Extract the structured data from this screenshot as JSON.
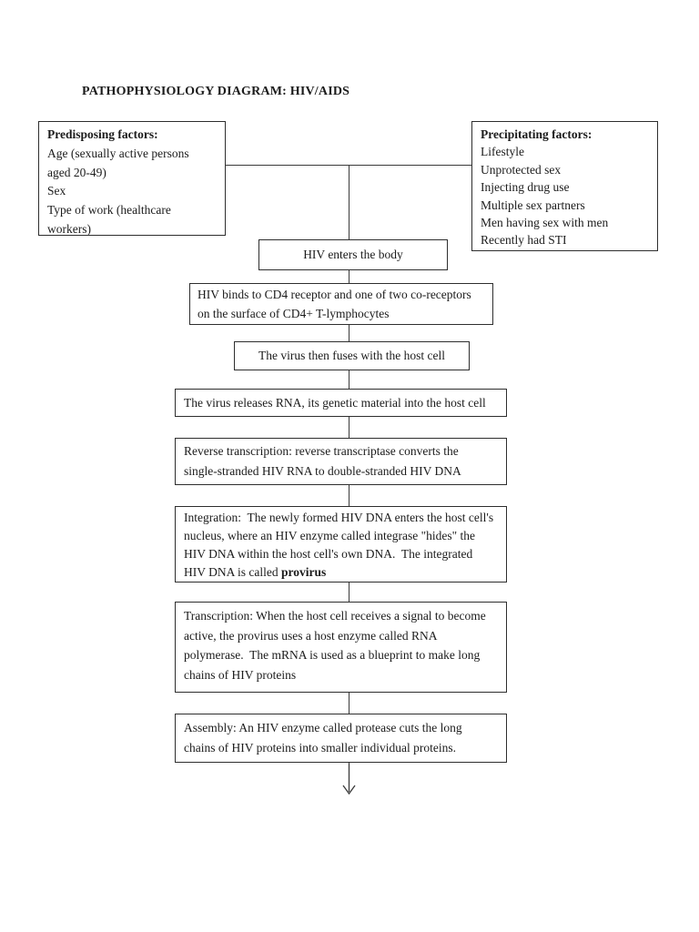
{
  "page": {
    "title": "PATHOPHYSIOLOGY DIAGRAM: HIV/AIDS"
  },
  "predisposing_box": {
    "heading": "Predisposing factors:",
    "lines": [
      "Age (sexually active persons",
      "aged 20-49)",
      "Sex",
      "Type of work (healthcare",
      "workers)"
    ]
  },
  "precipitating_box": {
    "heading": "Precipitating factors:",
    "lines": [
      "Lifestyle",
      "Unprotected sex",
      "Injecting drug use",
      "Multiple sex partners",
      "Men having sex with men",
      "Recently had STI"
    ]
  },
  "flow": {
    "box1": {
      "text": "HIV enters the body"
    },
    "box2": {
      "lines": [
        "HIV binds to CD4 receptor and one of two co-receptors",
        "on the surface of CD4+ T-lymphocytes"
      ]
    },
    "box3": {
      "text": "The virus then fuses with the host cell"
    },
    "box4": {
      "text": "The virus releases RNA, its genetic material into the host cell"
    },
    "box5": {
      "lines": [
        "Reverse transcription: reverse transcriptase converts the",
        "single-stranded HIV RNA to double-stranded HIV DNA"
      ]
    },
    "box6": {
      "lines": [
        "Integration:  The newly formed HIV DNA enters the host cell's",
        "nucleus, where an HIV enzyme called integrase \"hides\" the",
        "HIV DNA within the host cell's own DNA.  The integrated"
      ],
      "last_line_prefix": "HIV DNA is called ",
      "last_line_bold": "provirus"
    },
    "box7": {
      "lines": [
        "Transcription: When the host cell receives a signal to become",
        "active, the provirus uses a host enzyme called RNA",
        "polymerase.  The mRNA is used as a blueprint to make long",
        "chains of HIV proteins"
      ]
    },
    "box8": {
      "lines": [
        "Assembly: An HIV enzyme called protease cuts the long",
        "chains of HIV proteins into smaller individual proteins."
      ]
    }
  },
  "colors": {
    "background": "#ffffff",
    "text": "#1b1b1b",
    "line": "#3a3a3a",
    "border": "#2e2e2e"
  }
}
